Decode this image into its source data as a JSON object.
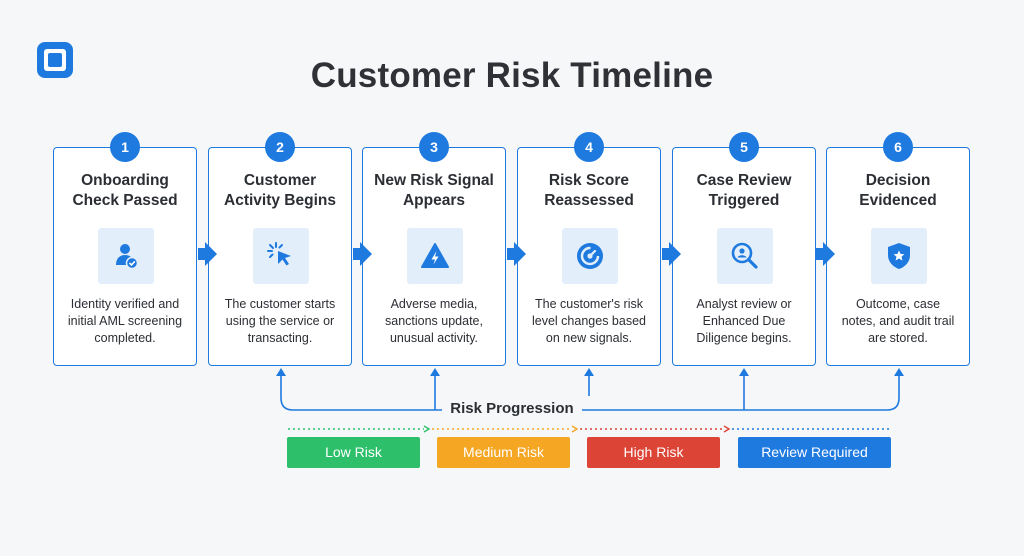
{
  "header": {
    "logo": "square-logo-icon",
    "title": "Customer Risk Timeline"
  },
  "steps": [
    {
      "number": "1",
      "title_line1": "Onboarding",
      "title_line2": "Check Passed",
      "icon": "user-verified-icon",
      "desc_line1": "Identity verified and",
      "desc_line2": "initial AML screening",
      "desc_line3": "completed.",
      "desc_line4": ""
    },
    {
      "number": "2",
      "title_line1": "Customer",
      "title_line2": "Activity Begins",
      "icon": "click-cursor-icon",
      "desc_line1": "The customer starts",
      "desc_line2": "using the service or",
      "desc_line3": "transacting.",
      "desc_line4": ""
    },
    {
      "number": "3",
      "title_line1": "New Risk Signal",
      "title_line2": "Appears",
      "icon": "alert-bolt-icon",
      "desc_line1": "Adverse media,",
      "desc_line2": "sanctions update,",
      "desc_line3": "unusual activity.",
      "desc_line4": ""
    },
    {
      "number": "4",
      "title_line1": "Risk Score",
      "title_line2": "Reassessed",
      "icon": "gauge-icon",
      "desc_line1": "The customer's risk",
      "desc_line2": "level changes based",
      "desc_line3": "on new signals.",
      "desc_line4": ""
    },
    {
      "number": "5",
      "title_line1": "Case Review",
      "title_line2": "Triggered",
      "icon": "magnifier-user-icon",
      "desc_line1": "Analyst review or",
      "desc_line2": "Enhanced Due",
      "desc_line3": "Diligence begins.",
      "desc_line4": ""
    },
    {
      "number": "6",
      "title_line1": "Decision",
      "title_line2": "Evidenced",
      "icon": "shield-star-icon",
      "desc_line1": "Outcome, case",
      "desc_line2": "notes, and audit trail",
      "desc_line3": "are stored.",
      "desc_line4": ""
    }
  ],
  "progression": {
    "label": "Risk Progression"
  },
  "risk_levels": [
    {
      "label": "Low Risk",
      "color": "#2dbf6a"
    },
    {
      "label": "Medium Risk",
      "color": "#f5a623"
    },
    {
      "label": "High Risk",
      "color": "#dc4436"
    },
    {
      "label": "Review Required",
      "color": "#1f7ae0"
    }
  ],
  "colors": {
    "accent": "#1f7ae0",
    "tile": "#e3eefb",
    "background": "#f6f7f9"
  }
}
